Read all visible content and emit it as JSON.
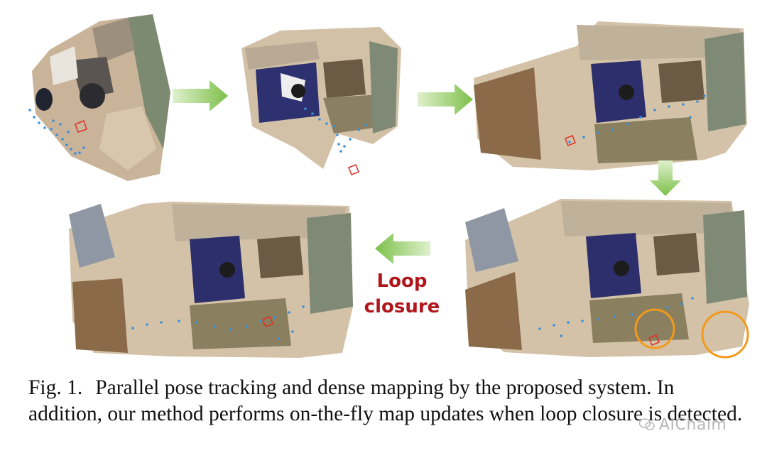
{
  "figure": {
    "loop_label_line1": "Loop",
    "loop_label_line2": "closure",
    "arrow_color": "#7cc04a",
    "trajectory_color": "#3a8fd8",
    "camera_color": "#e0302a",
    "highlight_color": "#f29a1c"
  },
  "caption": {
    "label": "Fig. 1.",
    "text": "Parallel pose tracking and dense mapping by the proposed system. In addition, our method performs on-the-fly map updates when loop closure is detected."
  },
  "watermark": {
    "text": "AIChaim"
  }
}
